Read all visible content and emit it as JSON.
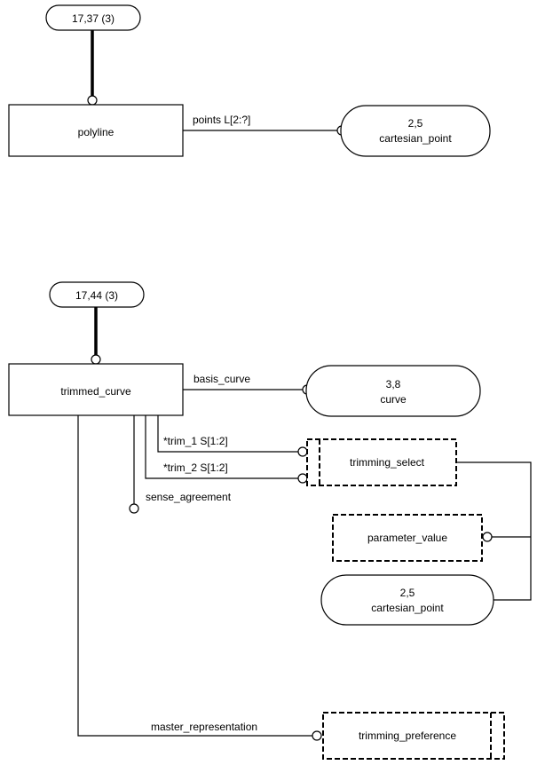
{
  "diagram": {
    "refs": {
      "polyline_page_ref": "17,37 (3)",
      "trimmed_curve_page_ref": "17,44 (3)"
    },
    "entities": {
      "polyline": "polyline",
      "trimmed_curve": "trimmed_curve"
    },
    "external": {
      "cartesian_point_1_ref": "2,5",
      "cartesian_point_1_name": "cartesian_point",
      "curve_ref": "3,8",
      "curve_name": "curve",
      "cartesian_point_2_ref": "2,5",
      "cartesian_point_2_name": "cartesian_point"
    },
    "types": {
      "trimming_select": "trimming_select",
      "parameter_value": "parameter_value",
      "trimming_preference": "trimming_preference"
    },
    "relations": {
      "points": "points L[2:?]",
      "basis_curve": "basis_curve",
      "trim_1": "*trim_1 S[1:2]",
      "trim_2": "*trim_2 S[1:2]",
      "sense_agreement": "sense_agreement",
      "master_representation": "master_representation"
    }
  }
}
